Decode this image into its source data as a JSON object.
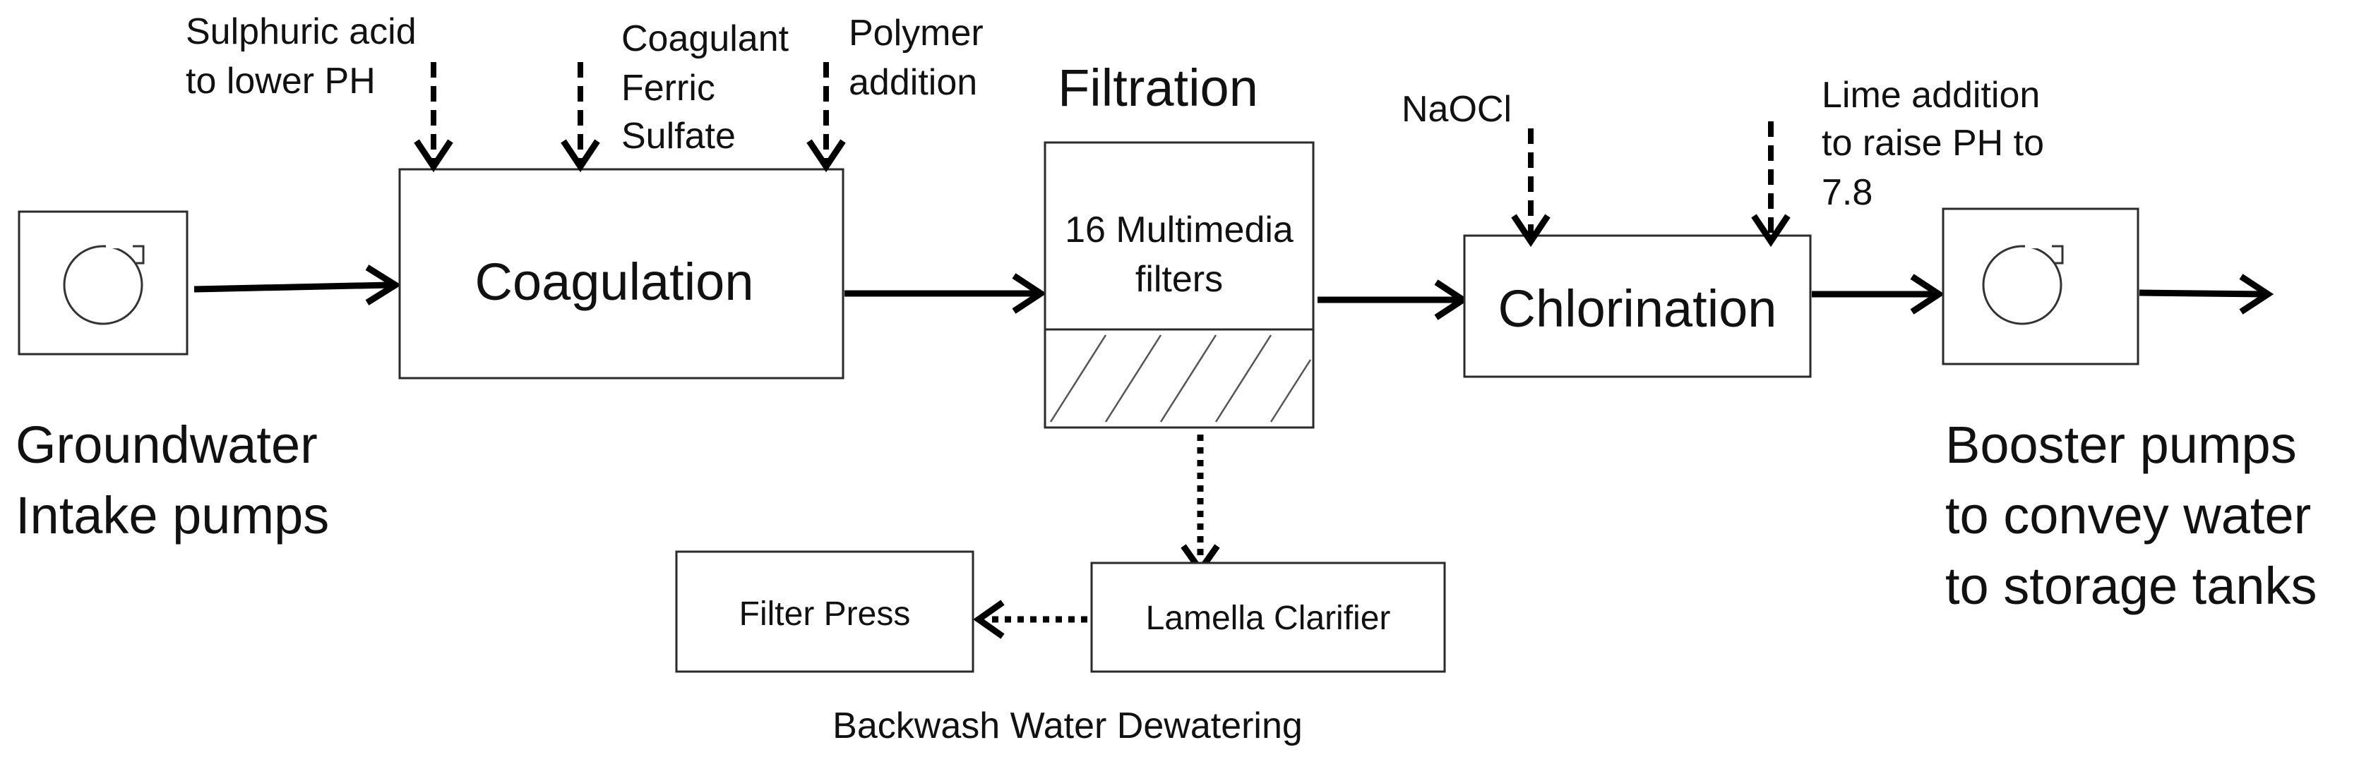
{
  "diagram": {
    "intake_label": [
      "Groundwater",
      "Intake pumps"
    ],
    "booster_label": [
      "Booster pumps",
      "to convey water",
      "to storage tanks"
    ],
    "coagulation": "Coagulation",
    "filtration_title": "Filtration",
    "filters_label": [
      "16 Multimedia",
      "filters"
    ],
    "chlorination": "Chlorination",
    "lamella": "Lamella Clarifier",
    "filter_press": "Filter Press",
    "backwash": "Backwash Water Dewatering",
    "inputs": {
      "sulphuric": [
        "Sulphuric acid",
        "to lower PH"
      ],
      "coagulant": [
        "Coagulant",
        "Ferric",
        "Sulfate"
      ],
      "polymer": [
        "Polymer",
        "addition"
      ],
      "naocl": [
        "NaOCl"
      ],
      "lime": [
        "Lime addition",
        "to raise PH to",
        "7.8"
      ]
    }
  }
}
